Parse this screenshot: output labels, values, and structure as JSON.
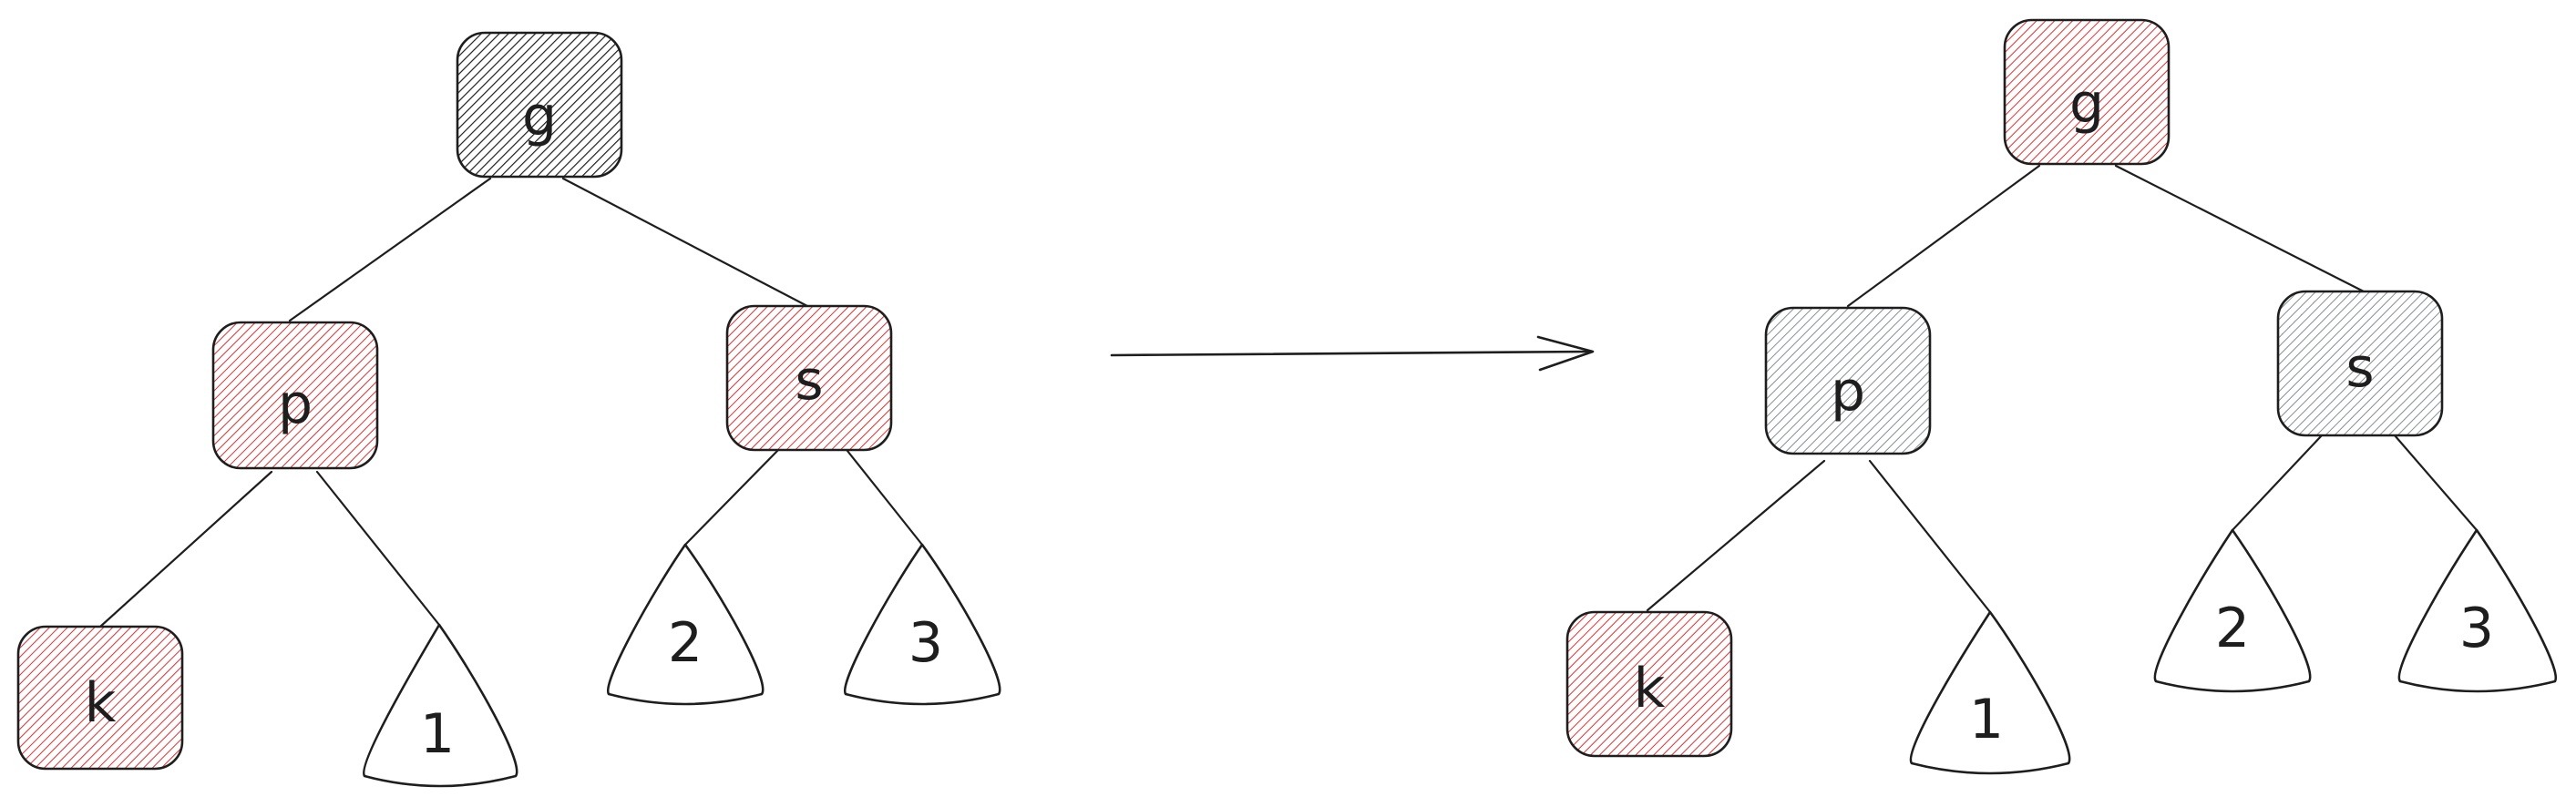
{
  "colors": {
    "black": "#1e1e1e",
    "red": "#e03131",
    "gray": "#868e96"
  },
  "before": {
    "nodes": [
      {
        "id": "g",
        "label": "g",
        "fill": "black"
      },
      {
        "id": "p",
        "label": "p",
        "fill": "red"
      },
      {
        "id": "s",
        "label": "s",
        "fill": "red"
      },
      {
        "id": "k",
        "label": "k",
        "fill": "red"
      }
    ],
    "subtrees": [
      {
        "id": "t1",
        "label": "1"
      },
      {
        "id": "t2",
        "label": "2"
      },
      {
        "id": "t3",
        "label": "3"
      }
    ]
  },
  "after": {
    "nodes": [
      {
        "id": "g",
        "label": "g",
        "fill": "red"
      },
      {
        "id": "p",
        "label": "p",
        "fill": "gray"
      },
      {
        "id": "s",
        "label": "s",
        "fill": "gray"
      },
      {
        "id": "k",
        "label": "k",
        "fill": "red"
      }
    ],
    "subtrees": [
      {
        "id": "t1",
        "label": "1"
      },
      {
        "id": "t2",
        "label": "2"
      },
      {
        "id": "t3",
        "label": "3"
      }
    ]
  }
}
